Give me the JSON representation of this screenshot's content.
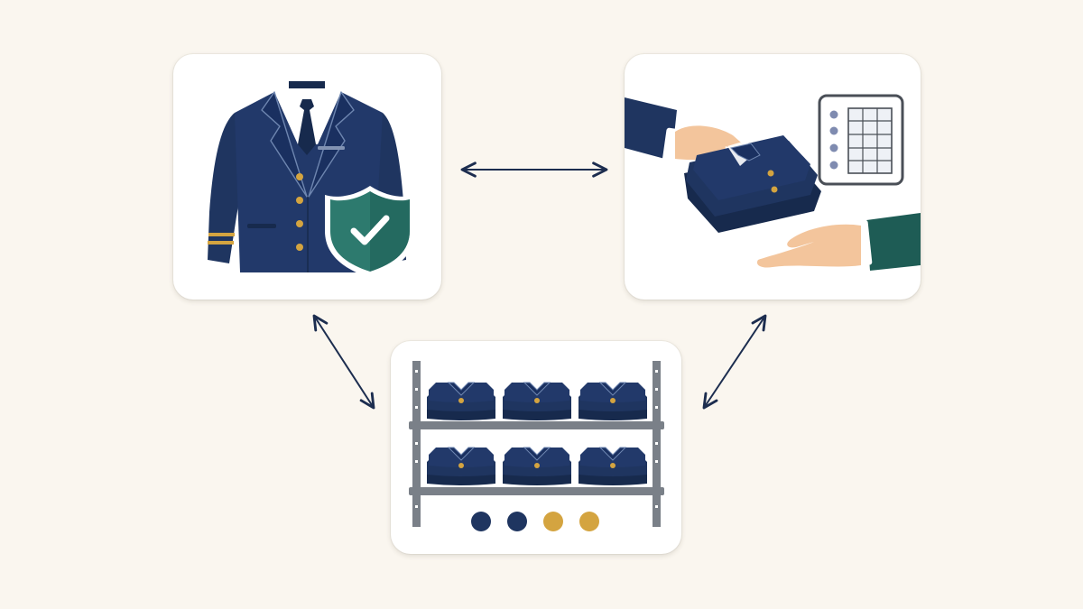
{
  "diagram": {
    "colors": {
      "background": "#faf6ef",
      "card": "#ffffff",
      "navy": "#1f3560",
      "navy_dark": "#172a4d",
      "teal": "#2d7a6e",
      "teal_dark": "#1e5c55",
      "gold": "#d4a440",
      "skin": "#f3c59c",
      "steel": "#7a8088",
      "arrow": "#1c2d4f"
    },
    "nodes": [
      {
        "id": "uniform-protection",
        "icons": [
          "uniform-jacket-icon",
          "shield-check-icon"
        ]
      },
      {
        "id": "uniform-handover",
        "icons": [
          "handing-hand-icon",
          "receiving-hand-icon",
          "folded-uniform-icon",
          "inventory-list-icon"
        ]
      },
      {
        "id": "uniform-storage",
        "icons": [
          "storage-shelf-icon",
          "folded-uniform-icon"
        ]
      }
    ],
    "edges": [
      {
        "from": "uniform-protection",
        "to": "uniform-handover",
        "direction": "both"
      },
      {
        "from": "uniform-protection",
        "to": "uniform-storage",
        "direction": "both"
      },
      {
        "from": "uniform-handover",
        "to": "uniform-storage",
        "direction": "both"
      }
    ],
    "storage_indicator": {
      "dots": 4,
      "dot_colors": [
        "#1f3560",
        "#1f3560",
        "#1f3560",
        "#d4a440"
      ]
    }
  }
}
